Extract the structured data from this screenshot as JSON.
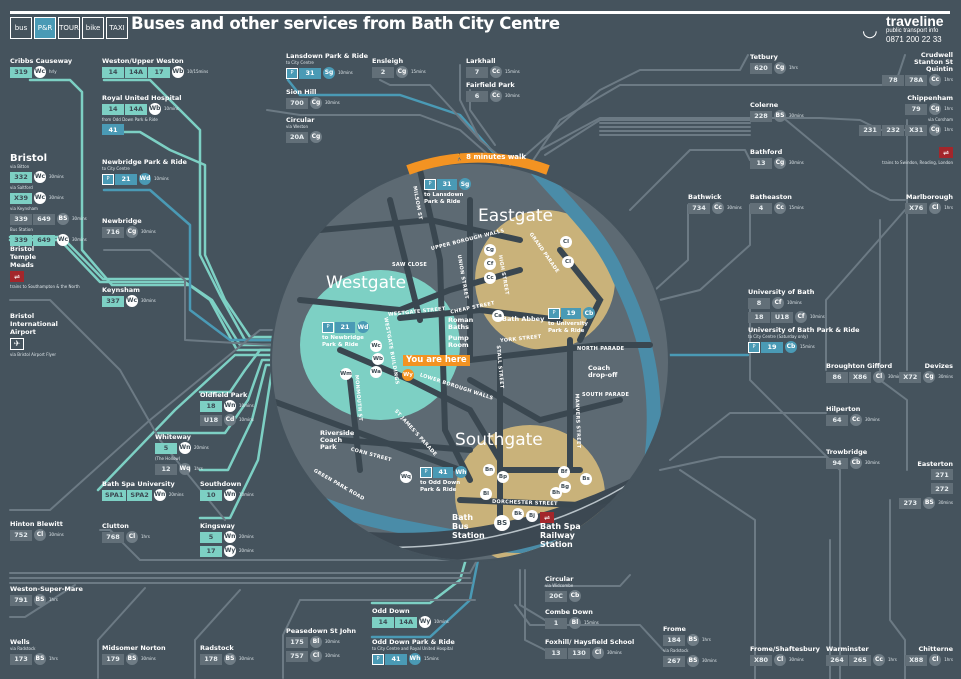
{
  "header": {
    "title": "Buses and other services from Bath City Centre",
    "modes": [
      "bus",
      "P&R",
      "TOUR",
      "bike",
      "TAXI"
    ],
    "logo": {
      "brand": "traveline",
      "tagline": "public transport info",
      "phone": "0871 200 22 33"
    }
  },
  "colors": {
    "background": "#45535d",
    "teal": "#7dd0c4",
    "blue": "#4a9ab5",
    "grey": "#626f78",
    "gold": "#c9b27a",
    "orange": "#f39322",
    "rail": "#a3262b"
  },
  "destinations": [
    {
      "name": "Cribbs Causeway",
      "rows": [
        {
          "style": "teal",
          "routes": [
            "319"
          ],
          "stop": "Wc",
          "freq": "hrly"
        }
      ]
    },
    {
      "name": "Weston/Upper Weston",
      "rows": [
        {
          "style": "teal",
          "routes": [
            "14",
            "14A",
            "17"
          ],
          "stop": "Wb",
          "freq": "10/15mins"
        }
      ]
    },
    {
      "name": "Royal United Hospital",
      "rows": [
        {
          "style": "teal",
          "routes": [
            "14",
            "14A"
          ],
          "stop": "Wb",
          "freq": "10mins"
        },
        {
          "style": "blue",
          "note": "from Odd Down Park & Ride",
          "routes": [
            "41"
          ]
        }
      ]
    },
    {
      "name": "Bristol",
      "big": true,
      "rows": [
        {
          "style": "teal",
          "note": "via Bitton",
          "routes": [
            "332"
          ],
          "stop": "Wc",
          "freq": "30mins"
        },
        {
          "style": "teal",
          "note": "via Saltford",
          "routes": [
            "X39"
          ],
          "stop": "Wc",
          "freq": "30mins"
        },
        {
          "style": "grey",
          "note": "via Keynsham",
          "routes": [
            "339",
            "649"
          ],
          "stop": "BS",
          "freq": "30mins"
        },
        {
          "style": "teal",
          "note": "Bus Station",
          "routes": [
            "339",
            "649"
          ],
          "stop": "Wc",
          "freq": "30mins"
        }
      ]
    },
    {
      "name": "Newbridge Park & Ride",
      "sub": "to City Centre",
      "rows": [
        {
          "style": "blue",
          "pr": true,
          "routes": [
            "21"
          ],
          "stop": "Wd",
          "freq": "10mins"
        }
      ]
    },
    {
      "name": "Newbridge",
      "rows": [
        {
          "style": "grey",
          "routes": [
            "716"
          ],
          "stop": "Cg",
          "freq": "30mins"
        }
      ]
    },
    {
      "name": "Bristol Temple Meads",
      "rail": true,
      "sub": "trains to Southampton & the North",
      "rows": []
    },
    {
      "name": "Keynsham",
      "rows": [
        {
          "style": "teal",
          "routes": [
            "337"
          ],
          "stop": "Wc",
          "freq": "30mins"
        }
      ]
    },
    {
      "name": "Bristol International Airport",
      "plane": true,
      "sub": "via Bristol Airport Flyer",
      "rows": []
    },
    {
      "name": "Lansdown Park & Ride",
      "sub": "to City Centre",
      "rows": [
        {
          "style": "blue",
          "pr": true,
          "routes": [
            "31"
          ],
          "stop": "Sg",
          "freq": "10mins"
        }
      ]
    },
    {
      "name": "Sion Hill",
      "rows": [
        {
          "style": "grey",
          "routes": [
            "700"
          ],
          "stop": "Cg",
          "freq": "30mins"
        }
      ]
    },
    {
      "name": "Circular",
      "sub": "via Weston",
      "rows": [
        {
          "style": "grey",
          "routes": [
            "20A"
          ],
          "stop": "Cg"
        }
      ]
    },
    {
      "name": "Ensleigh",
      "rows": [
        {
          "style": "grey",
          "routes": [
            "2"
          ],
          "stop": "Cg",
          "freq": "15mins"
        }
      ]
    },
    {
      "name": "Larkhall",
      "rows": [
        {
          "style": "grey",
          "routes": [
            "7"
          ],
          "stop": "Cc",
          "freq": "15mins"
        }
      ]
    },
    {
      "name": "Fairfield Park",
      "rows": [
        {
          "style": "grey",
          "routes": [
            "6"
          ],
          "stop": "Cc",
          "freq": "30mins"
        }
      ]
    },
    {
      "name": "Tetbury",
      "rows": [
        {
          "style": "grey",
          "routes": [
            "620"
          ],
          "stop": "Cg",
          "freq": "1hrs"
        }
      ]
    },
    {
      "name": "Crudwell Stanton St Quintin",
      "rows": [
        {
          "style": "grey",
          "routes": [
            "78",
            "78A"
          ],
          "stop": "Cc",
          "freq": "1hrs"
        }
      ]
    },
    {
      "name": "Chippenham",
      "rows": [
        {
          "style": "grey",
          "routes": [
            "79"
          ],
          "stop": "Cg",
          "freq": "1hrs"
        },
        {
          "style": "grey",
          "note": "via Corsham",
          "routes": [
            "231",
            "232",
            "X31"
          ],
          "stop": "Cg",
          "freq": "1hrs"
        }
      ]
    },
    {
      "name": "",
      "rail": true,
      "sub": "trains to Swindon, Reading, London",
      "rows": []
    },
    {
      "name": "Colerne",
      "rows": [
        {
          "style": "grey",
          "routes": [
            "228"
          ],
          "stop": "BS",
          "freq": "30mins"
        }
      ]
    },
    {
      "name": "Bathford",
      "rows": [
        {
          "style": "grey",
          "routes": [
            "13"
          ],
          "stop": "Cg",
          "freq": "30mins"
        }
      ]
    },
    {
      "name": "Bathwick",
      "rows": [
        {
          "style": "grey",
          "routes": [
            "734"
          ],
          "stop": "Cc",
          "freq": "30mins"
        }
      ]
    },
    {
      "name": "Batheaston",
      "rows": [
        {
          "style": "grey",
          "routes": [
            "4"
          ],
          "stop": "Cc",
          "freq": "15mins"
        }
      ]
    },
    {
      "name": "Marlborough",
      "rows": [
        {
          "style": "grey",
          "routes": [
            "X76"
          ],
          "stop": "Cl",
          "freq": "1hrs"
        }
      ]
    },
    {
      "name": "University of Bath",
      "rows": [
        {
          "style": "grey",
          "routes": [
            "8"
          ],
          "stop": "Cf",
          "freq": "10mins"
        },
        {
          "style": "grey",
          "routes": [
            "18",
            "U18"
          ],
          "stop": "Cf",
          "freq": "10mins"
        }
      ]
    },
    {
      "name": "University of Bath Park & Ride",
      "sub": "to City Centre (Saturday only)",
      "rows": [
        {
          "style": "blue",
          "pr": true,
          "routes": [
            "19"
          ],
          "stop": "Cb",
          "freq": "15mins"
        }
      ]
    },
    {
      "name": "Broughton Gifford",
      "rows": [
        {
          "style": "grey",
          "routes": [
            "86",
            "X86"
          ],
          "stop": "Cl",
          "freq": "30mins"
        }
      ]
    },
    {
      "name": "Devizes",
      "rows": [
        {
          "style": "grey",
          "routes": [
            "X72"
          ],
          "stop": "Cg",
          "freq": "30mins"
        }
      ]
    },
    {
      "name": "Hilperton",
      "rows": [
        {
          "style": "grey",
          "routes": [
            "64"
          ],
          "stop": "Cc",
          "freq": "30mins"
        }
      ]
    },
    {
      "name": "Trowbridge",
      "rows": [
        {
          "style": "grey",
          "routes": [
            "94"
          ],
          "stop": "Cb",
          "freq": "30mins"
        }
      ]
    },
    {
      "name": "Easterton",
      "rows": [
        {
          "style": "grey",
          "routes": [
            "271"
          ]
        },
        {
          "style": "grey",
          "routes": [
            "272"
          ]
        },
        {
          "style": "grey",
          "routes": [
            "273"
          ],
          "stop": "BS",
          "freq": "30mins"
        }
      ]
    },
    {
      "name": "Oldfield Park",
      "rows": [
        {
          "style": "teal",
          "routes": [
            "18"
          ],
          "stop": "Wn",
          "freq": "10mins"
        },
        {
          "style": "grey",
          "routes": [
            "U18"
          ],
          "stop": "Cd",
          "freq": "10mins"
        }
      ]
    },
    {
      "name": "Whiteway",
      "rows": [
        {
          "style": "teal",
          "routes": [
            "5"
          ],
          "stop": "Wn",
          "freq": "20mins"
        },
        {
          "style": "grey",
          "note": "(The Hollow)",
          "routes": [
            "12"
          ],
          "stop": "Wq",
          "freq": "1hrs"
        }
      ]
    },
    {
      "name": "Bath Spa University",
      "rows": [
        {
          "style": "teal",
          "routes": [
            "SPA1",
            "SPA2"
          ],
          "stop": "Wn",
          "freq": "20mins"
        }
      ]
    },
    {
      "name": "Southdown",
      "rows": [
        {
          "style": "teal",
          "routes": [
            "10"
          ],
          "stop": "Wn",
          "freq": "10mins"
        }
      ]
    },
    {
      "name": "Hinton Blewitt",
      "rows": [
        {
          "style": "grey",
          "routes": [
            "752"
          ],
          "stop": "Cl",
          "freq": "30mins"
        }
      ]
    },
    {
      "name": "Clutton",
      "rows": [
        {
          "style": "grey",
          "routes": [
            "768"
          ],
          "stop": "Cl",
          "freq": "1hrs"
        }
      ]
    },
    {
      "name": "Kingsway",
      "rows": [
        {
          "style": "teal",
          "routes": [
            "5"
          ],
          "stop": "Wn",
          "freq": "20mins"
        },
        {
          "style": "teal",
          "routes": [
            "17"
          ],
          "stop": "Wy",
          "freq": "20mins"
        }
      ]
    },
    {
      "name": "Weston-Super-Mare",
      "rows": [
        {
          "style": "grey",
          "routes": [
            "791"
          ],
          "stop": "BS",
          "freq": "1hrs"
        }
      ]
    },
    {
      "name": "Wells",
      "sub": "via Radstock",
      "rows": [
        {
          "style": "grey",
          "routes": [
            "173"
          ],
          "stop": "BS",
          "freq": "1hrs"
        }
      ]
    },
    {
      "name": "Midsomer Norton",
      "rows": [
        {
          "style": "grey",
          "routes": [
            "179"
          ],
          "stop": "BS",
          "freq": "30mins"
        }
      ]
    },
    {
      "name": "Radstock",
      "rows": [
        {
          "style": "grey",
          "routes": [
            "178"
          ],
          "stop": "BS",
          "freq": "30mins"
        }
      ]
    },
    {
      "name": "Peasedown St John",
      "rows": [
        {
          "style": "grey",
          "routes": [
            "175"
          ],
          "stop": "Bl",
          "freq": "30mins"
        },
        {
          "style": "grey",
          "routes": [
            "757"
          ],
          "stop": "Cl",
          "freq": "30mins"
        }
      ]
    },
    {
      "name": "Odd Down",
      "rows": [
        {
          "style": "teal",
          "routes": [
            "14",
            "14A"
          ],
          "stop": "Wy",
          "freq": "10mins"
        }
      ]
    },
    {
      "name": "Odd Down Park & Ride",
      "sub": "to City Centre and Royal United Hospital",
      "rows": [
        {
          "style": "blue",
          "pr": true,
          "routes": [
            "41"
          ],
          "stop": "Wh",
          "freq": "15mins"
        }
      ]
    },
    {
      "name": "Circular",
      "sub": "via Widcombe",
      "rows": [
        {
          "style": "grey",
          "routes": [
            "20C"
          ],
          "stop": "Cb"
        }
      ]
    },
    {
      "name": "Combe Down",
      "rows": [
        {
          "style": "grey",
          "routes": [
            "1"
          ],
          "stop": "Bl",
          "freq": "15mins"
        }
      ]
    },
    {
      "name": "Foxhill/ Haysfield School",
      "rows": [
        {
          "style": "grey",
          "routes": [
            "13",
            "130"
          ],
          "stop": "Cl",
          "freq": "30mins"
        }
      ]
    },
    {
      "name": "Frome",
      "rows": [
        {
          "style": "grey",
          "routes": [
            "184"
          ],
          "stop": "BS",
          "freq": "1hrs"
        },
        {
          "style": "grey",
          "note": "via Radstock",
          "routes": [
            "267"
          ],
          "stop": "BS",
          "freq": "30mins"
        }
      ]
    },
    {
      "name": "Frome/Shaftesbury",
      "rows": [
        {
          "style": "grey",
          "routes": [
            "X80"
          ],
          "stop": "Cl",
          "freq": "30mins"
        }
      ]
    },
    {
      "name": "Warminster",
      "rows": [
        {
          "style": "grey",
          "routes": [
            "264",
            "265"
          ],
          "stop": "Cc",
          "freq": "1hrs"
        }
      ]
    },
    {
      "name": "Chitterne",
      "rows": [
        {
          "style": "grey",
          "routes": [
            "X88"
          ],
          "stop": "Cl",
          "freq": "1hrs"
        }
      ]
    }
  ],
  "map": {
    "areas": {
      "westgate": "Westgate",
      "eastgate": "Eastgate",
      "southgate": "Southgate"
    },
    "walk": "8 minutes walk",
    "you_are_here": "You are here",
    "streets": [
      "MILSOM ST",
      "UPPER BOROUGH WALLS",
      "SAW CLOSE",
      "UNION STREET",
      "HIGH STREET",
      "GRAND PARADE",
      "WESTGATE STREET",
      "CHEAP STREET",
      "YORK STREET",
      "NORTH PARADE",
      "SOUTH PARADE",
      "MANVERS STREET",
      "STALL STREET",
      "LOWER BOROUGH WALLS",
      "ST JAMES'S PARADE",
      "CORN STREET",
      "GREEN PARK ROAD",
      "DORCHESTER STREET",
      "WESTGATE BUILDINGS",
      "MONMOUTH ST"
    ],
    "pois": {
      "roman_baths": "Roman Baths",
      "pump_room": "Pump Room",
      "abbey": "Bath Abbey",
      "riverside": "Riverside Coach Park",
      "coach": "Coach drop-off",
      "bus_station": "Bath Bus Station",
      "rail_station": "Bath Spa Railway Station"
    },
    "pr_tags": [
      {
        "stop": "Sg",
        "route": "31",
        "label": "to Lansdown Park & Ride"
      },
      {
        "stop": "Wd",
        "route": "21",
        "label": "to Newbridge Park & Ride"
      },
      {
        "stop": "Cb",
        "route": "19",
        "label": "to University Park & Ride"
      },
      {
        "stop": "Wh",
        "route": "41",
        "label": "to Odd Down Park & Ride"
      }
    ],
    "stops": [
      "Wa",
      "Wb",
      "Wc",
      "Wm",
      "Wy",
      "Wq",
      "Cg",
      "Cf",
      "Cc",
      "Cl",
      "Cl",
      "Ca",
      "Bn",
      "Bp",
      "Bl",
      "Bk",
      "Bj",
      "Bh",
      "Bf",
      "Bg",
      "Bs",
      "BS"
    ]
  }
}
